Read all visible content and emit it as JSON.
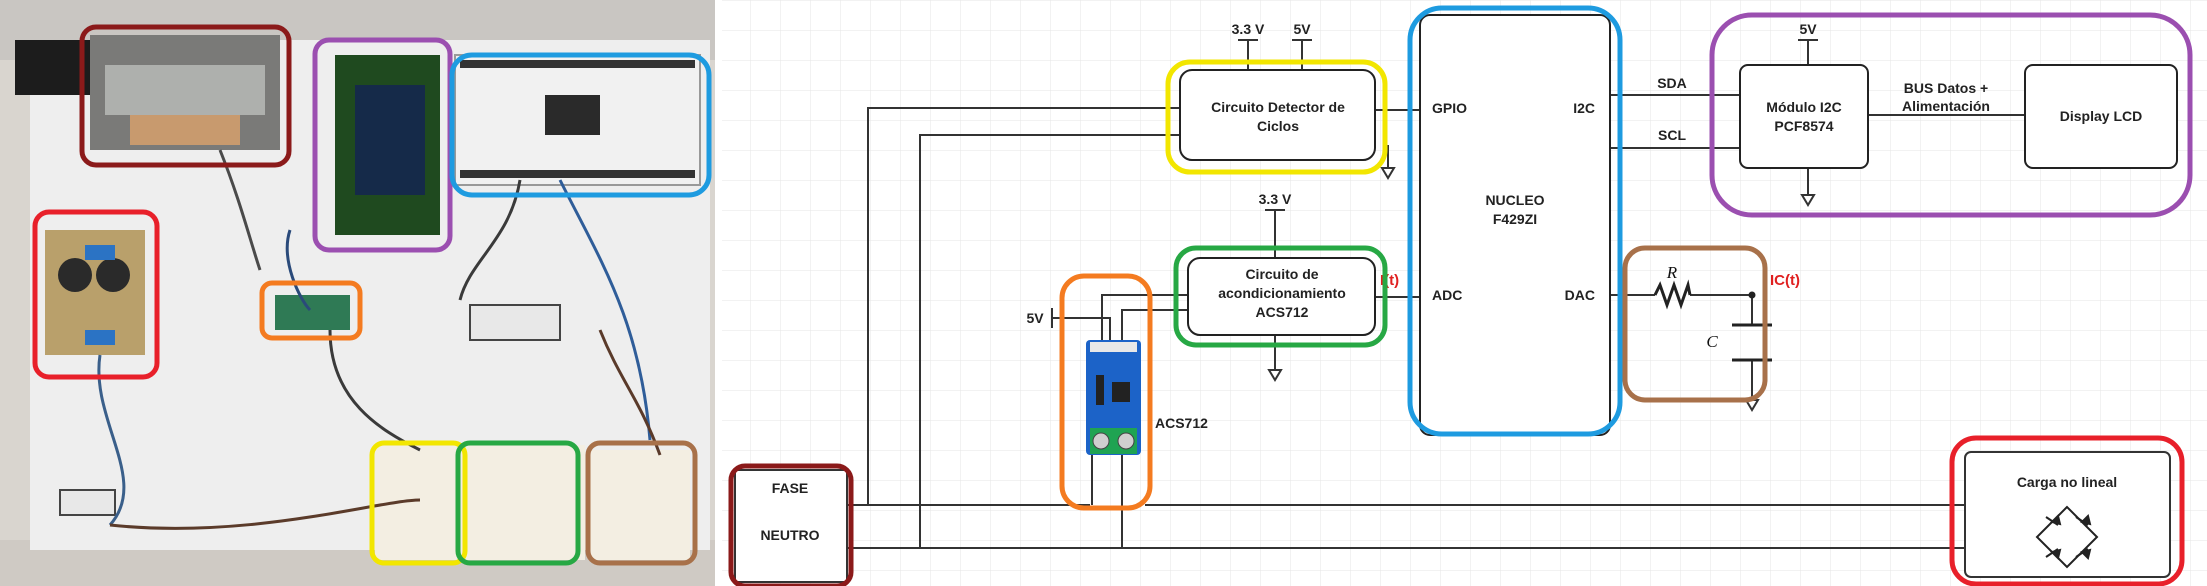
{
  "schematic": {
    "fase": "FASE",
    "neutro": "NEUTRO",
    "detector_line1": "Circuito Detector de",
    "detector_line2": "Ciclos",
    "cond_line1": "Circuito de",
    "cond_line2": "acondicionamiento",
    "cond_line3": "ACS712",
    "nucleo_line1": "NUCLEO",
    "nucleo_line2": "F429ZI",
    "gpio": "GPIO",
    "adc": "ADC",
    "i2c": "I2C",
    "dac": "DAC",
    "sda": "SDA",
    "scl": "SCL",
    "i2c_module_line1": "Módulo I2C",
    "i2c_module_line2": "PCF8574",
    "bus_line1": "BUS Datos +",
    "bus_line2": "Alimentación",
    "display": "Display LCD",
    "v33_detector": "3.3 V",
    "v5_detector": "5V",
    "v33_cond": "3.3 V",
    "v5_sensor": "5V",
    "v5_i2c": "5V",
    "it": "I(t)",
    "ict": "IC(t)",
    "r": "R",
    "c": "C",
    "acs712": "ACS712",
    "load": "Carga no lineal"
  },
  "colors": {
    "dark_red": "#8b1a1a",
    "red": "#e8202a",
    "purple": "#9b4fb0",
    "blue": "#1e9be0",
    "green": "#27a844",
    "yellow": "#f2e600",
    "orange": "#f47b20",
    "brown": "#a8714a"
  }
}
